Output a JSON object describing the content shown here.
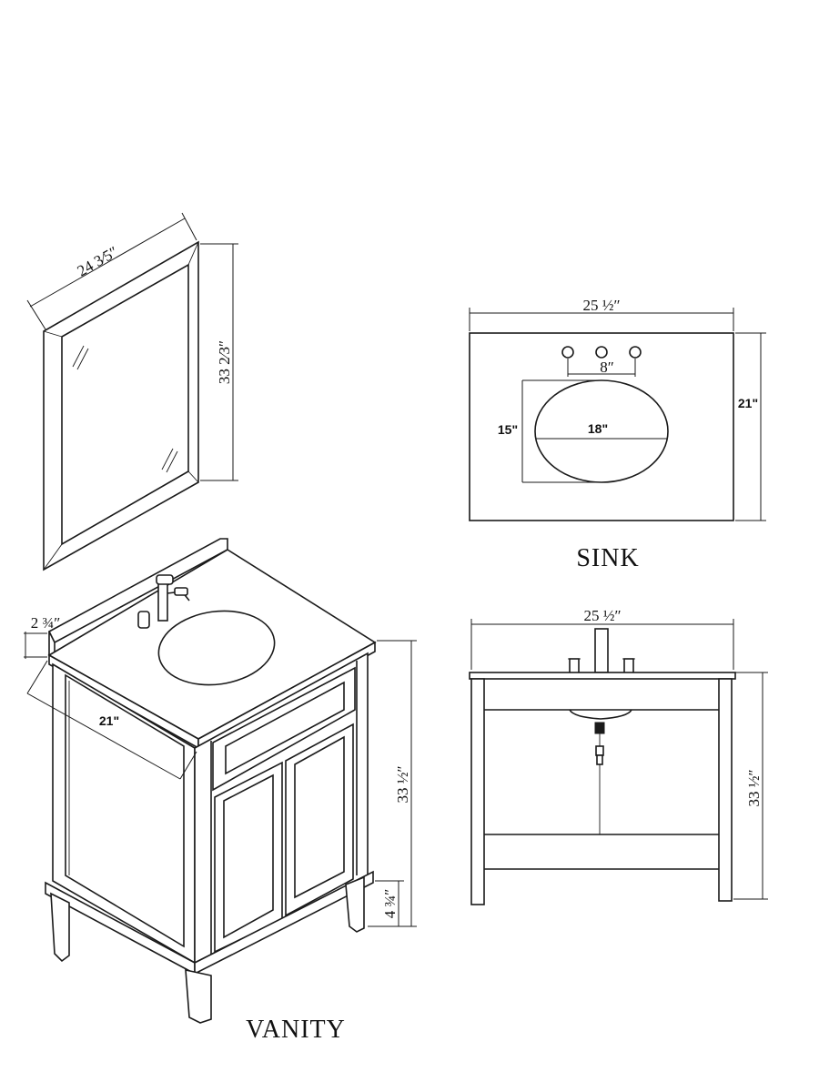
{
  "titles": {
    "sink": "SINK",
    "vanity": "VANITY"
  },
  "mirror": {
    "width_label": "24 3⁄5″",
    "height_label": "33 2⁄3″"
  },
  "sink_top": {
    "width_label": "25 ½″",
    "depth_label": "21\"",
    "faucet_spread_label": "8″",
    "bowl_width_label": "18\"",
    "bowl_depth_label": "15\""
  },
  "vanity": {
    "backsplash_label": "2 ¾″",
    "depth_label": "21\"",
    "height_label": "33 ½″",
    "leg_height_label": "4 ¾″"
  },
  "front_view": {
    "width_label": "25 ½″",
    "height_label": "33 ½″"
  }
}
